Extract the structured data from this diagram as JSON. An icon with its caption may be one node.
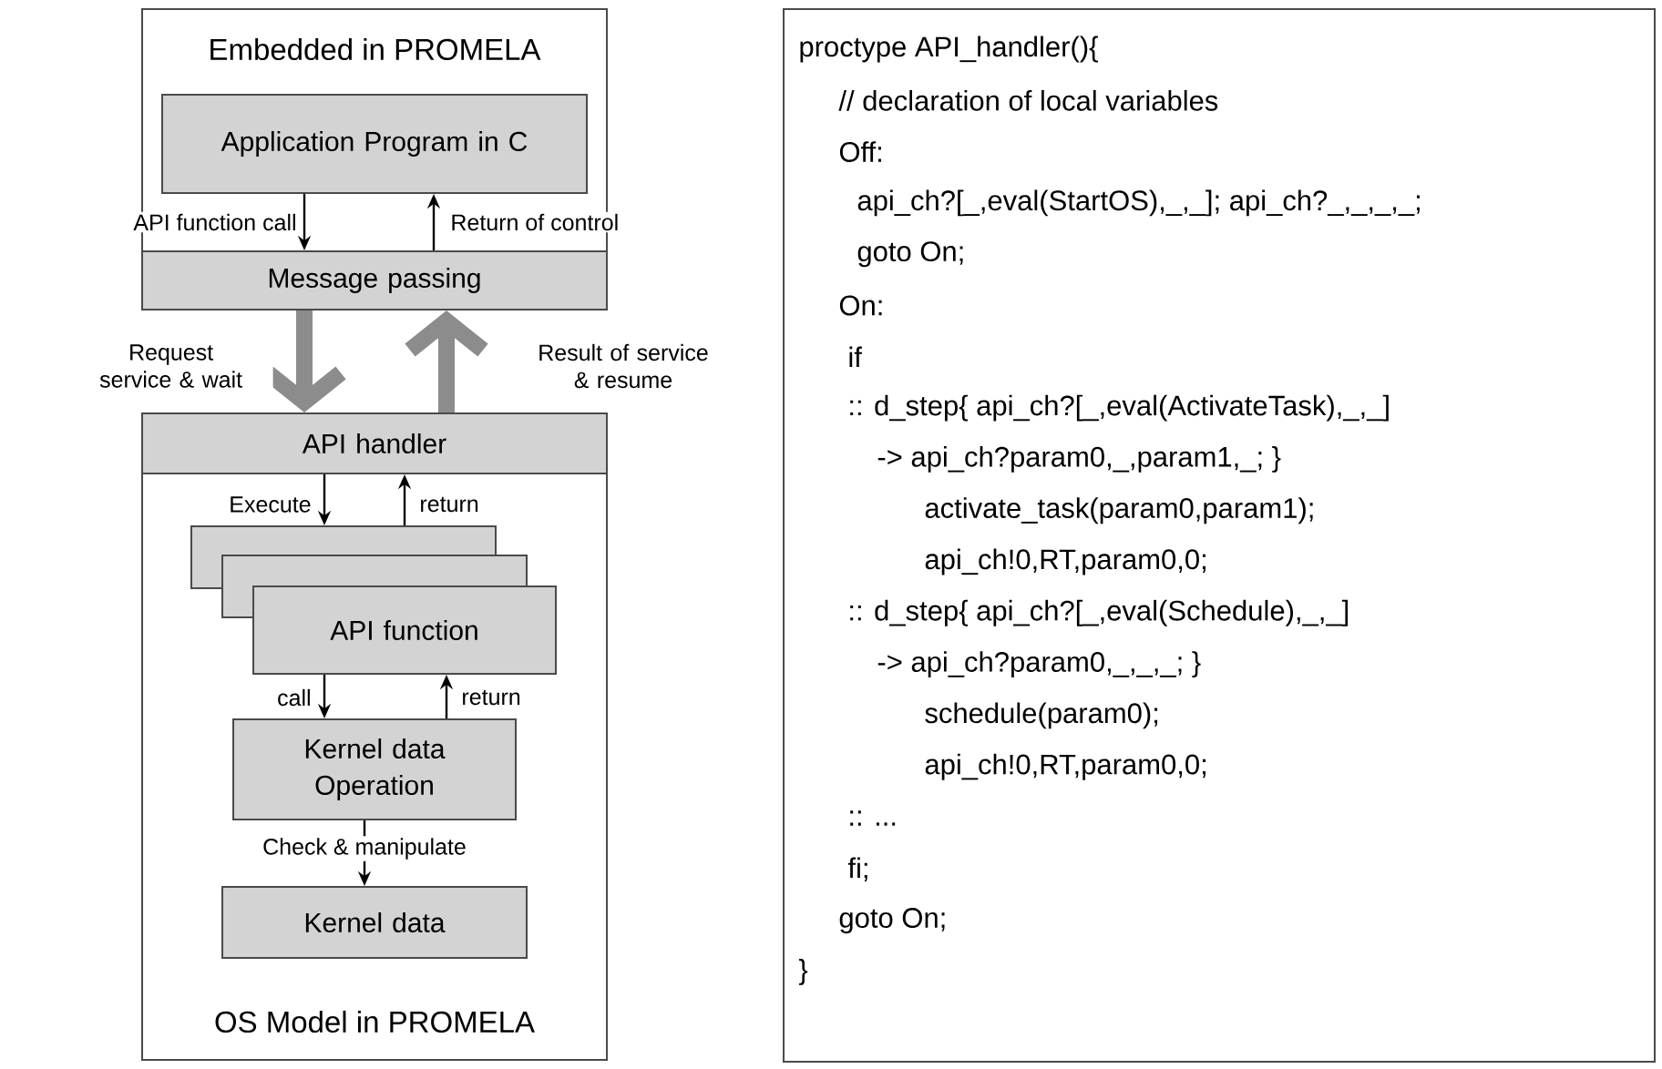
{
  "diagram": {
    "nodes": [
      {
        "text": [
          "Embedded in PROMELA"
        ]
      },
      {
        "text": [
          "Application Program in C"
        ],
        "in": 0
      },
      {
        "text": [
          "Message passing"
        ]
      },
      {
        "text": [
          "OS Model in PROMELA"
        ]
      },
      {
        "text": [
          "API handler"
        ]
      },
      {
        "text": [],
        "shape": "box",
        "in": 3
      },
      {
        "text": [],
        "shape": "box",
        "in": 3
      },
      {
        "text": [
          "API function"
        ],
        "in": 3
      },
      {
        "text": [
          "Kernel data Operation"
        ],
        "in": 3
      },
      {
        "text": [
          "Kernel data"
        ],
        "in": 3
      },
      {
        "text": [
          "proctype API_handler(){",
          "// declaration of local variables",
          "Off:",
          "api_ch?[_,eval(StartOS),_,_];  api_ch?_,_,_,_;",
          "goto On;",
          "On:",
          "if",
          ":: d_step{ api_ch?[_,eval(ActivateTask),_,_]",
          "-> api_ch?param0,_,param1,_; }",
          "activate_task(param0,param1);",
          "api_ch!0,RT,param0,0;",
          ":: d_step{ api_ch?[_,eval(Schedule),_,_]",
          "-> api_ch?param0,_,_,_; }",
          "schedule(param0);",
          "api_ch!0,RT,param0,0;",
          "::  ...",
          "fi;",
          "goto On;",
          "}"
        ]
      }
    ],
    "edges": [
      {
        "from": 1,
        "to": 2,
        "arrow": "to",
        "label": "API function call"
      },
      {
        "from": 2,
        "to": 1,
        "arrow": "to",
        "label": "Return of control"
      },
      {
        "from": 2,
        "to": 4,
        "arrow": "to",
        "label": "Request service & wait",
        "style": "thick",
        "color": "#8c8c8c"
      },
      {
        "from": 4,
        "to": 2,
        "arrow": "to",
        "label": "Result of service & resume",
        "style": "thick",
        "color": "#8c8c8c"
      },
      {
        "from": 4,
        "to": 5,
        "arrow": "to",
        "label": "Execute"
      },
      {
        "from": 5,
        "to": 4,
        "arrow": "to",
        "label": "return"
      },
      {
        "from": 7,
        "to": 8,
        "arrow": "to",
        "label": "call"
      },
      {
        "from": 8,
        "to": 7,
        "arrow": "to",
        "label": "return"
      },
      {
        "from": 8,
        "to": 9,
        "arrow": "to",
        "label": "Check & manipulate"
      }
    ]
  }
}
